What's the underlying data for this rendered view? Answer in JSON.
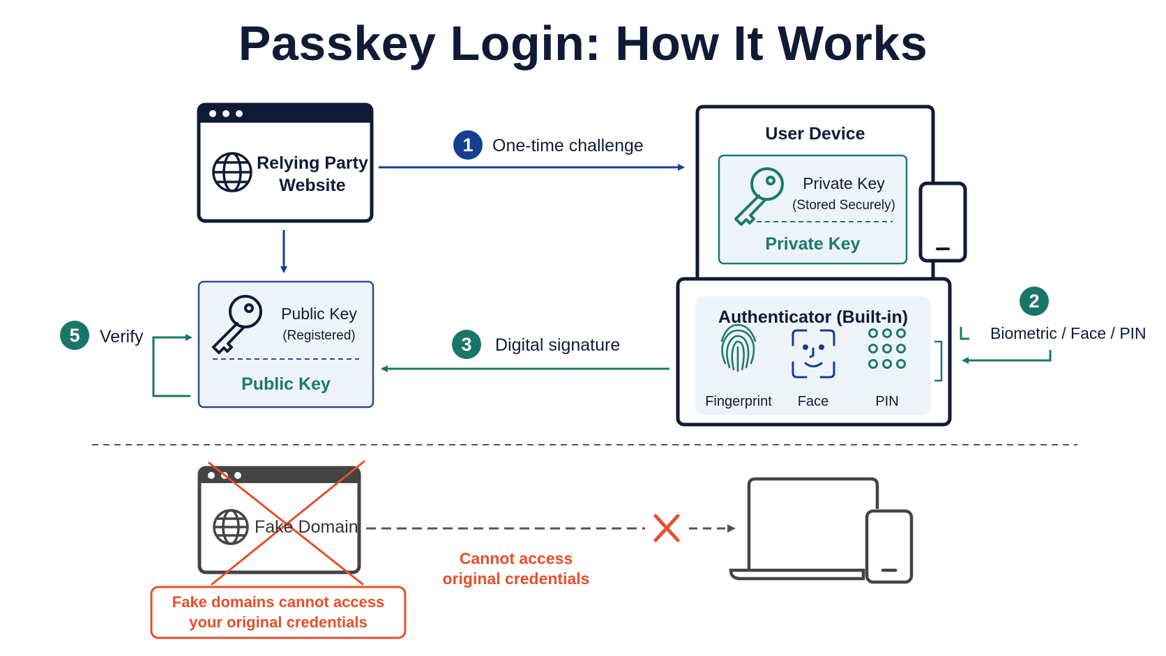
{
  "title": "Passkey Login: How It Works",
  "relying_party": {
    "label_line1": "Relying Party",
    "label_line2": "Website"
  },
  "public_key_card": {
    "title_line1": "Public Key",
    "title_line2": "(Registered)",
    "footer": "Public Key"
  },
  "user_device": {
    "title": "User Device",
    "private_key_card": {
      "title_line1": "Private Key",
      "title_line2": "(Stored Securely)",
      "footer": "Private Key"
    }
  },
  "authenticator": {
    "title": "Authenticator (Built-in)",
    "methods": [
      {
        "label": "Fingerprint",
        "icon": "fingerprint-icon"
      },
      {
        "label": "Face",
        "icon": "face-scan-icon"
      },
      {
        "label": "PIN",
        "icon": "pin-pad-icon"
      }
    ]
  },
  "steps": [
    {
      "number": "1",
      "text": "One-time challenge",
      "color": "#123f8f"
    },
    {
      "number": "2",
      "text": "Biometric / Face / PIN",
      "color": "#1a7569"
    },
    {
      "number": "3",
      "text": "Digital signature",
      "color": "#1a7569"
    },
    {
      "number": "5",
      "text": "Verify",
      "color": "#1a7569"
    }
  ],
  "phishing": {
    "fake_domain_label": "Fake Domain",
    "blocked_line1": "Cannot access",
    "blocked_line2": "original credentials",
    "warning_line1": "Fake domains cannot access",
    "warning_line2": "your original credentials"
  },
  "colors": {
    "navy": "#0f1b36",
    "blue_arrow": "#123f8f",
    "teal": "#1b7a6c",
    "warning": "#e84e2a",
    "card_fill": "#eef3fa"
  }
}
